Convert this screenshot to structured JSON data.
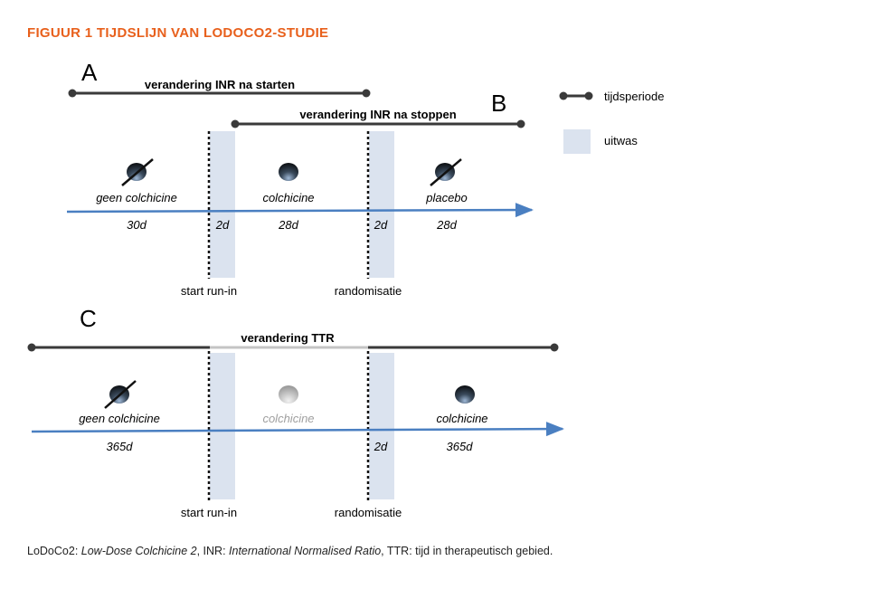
{
  "figure": {
    "title": "FIGUUR 1  TIJDSLIJN VAN LODOCO2-STUDIE"
  },
  "colors": {
    "title": "#e8601c",
    "arrow": "#4a7fc1",
    "period_line": "#3a3a3a",
    "washout": "#dbe3ef"
  },
  "legend": {
    "period_label": "tijdsperiode",
    "washout_label": "uitwas"
  },
  "panelAB": {
    "letter_a": "A",
    "letter_b": "B",
    "period_a_label": "verandering INR na starten",
    "period_b_label": "verandering INR na stoppen",
    "phases": [
      {
        "label": "geen colchicine",
        "duration": "30d",
        "pill": "crossed"
      },
      {
        "label": "",
        "duration": "2d",
        "pill": "none"
      },
      {
        "label": "colchicine",
        "duration": "28d",
        "pill": "plain"
      },
      {
        "label": "",
        "duration": "2d",
        "pill": "none"
      },
      {
        "label": "placebo",
        "duration": "28d",
        "pill": "crossed"
      }
    ],
    "marker_1": "start run-in",
    "marker_2": "randomisatie"
  },
  "panelC": {
    "letter": "C",
    "period_label": "verandering TTR",
    "phases": [
      {
        "label": "geen colchicine",
        "duration": "365d",
        "pill": "crossed"
      },
      {
        "label": "colchicine",
        "duration": "",
        "pill": "faded"
      },
      {
        "label": "",
        "duration": "2d",
        "pill": "none"
      },
      {
        "label": "colchicine",
        "duration": "365d",
        "pill": "plain"
      }
    ],
    "marker_1": "start run-in",
    "marker_2": "randomisatie"
  },
  "caption": {
    "p1": "LoDoCo2: ",
    "p2": "Low-Dose Colchicine 2",
    "p3": ", INR: ",
    "p4": "International Normalised Ratio",
    "p5": ", TTR: tijd in therapeutisch gebied."
  }
}
